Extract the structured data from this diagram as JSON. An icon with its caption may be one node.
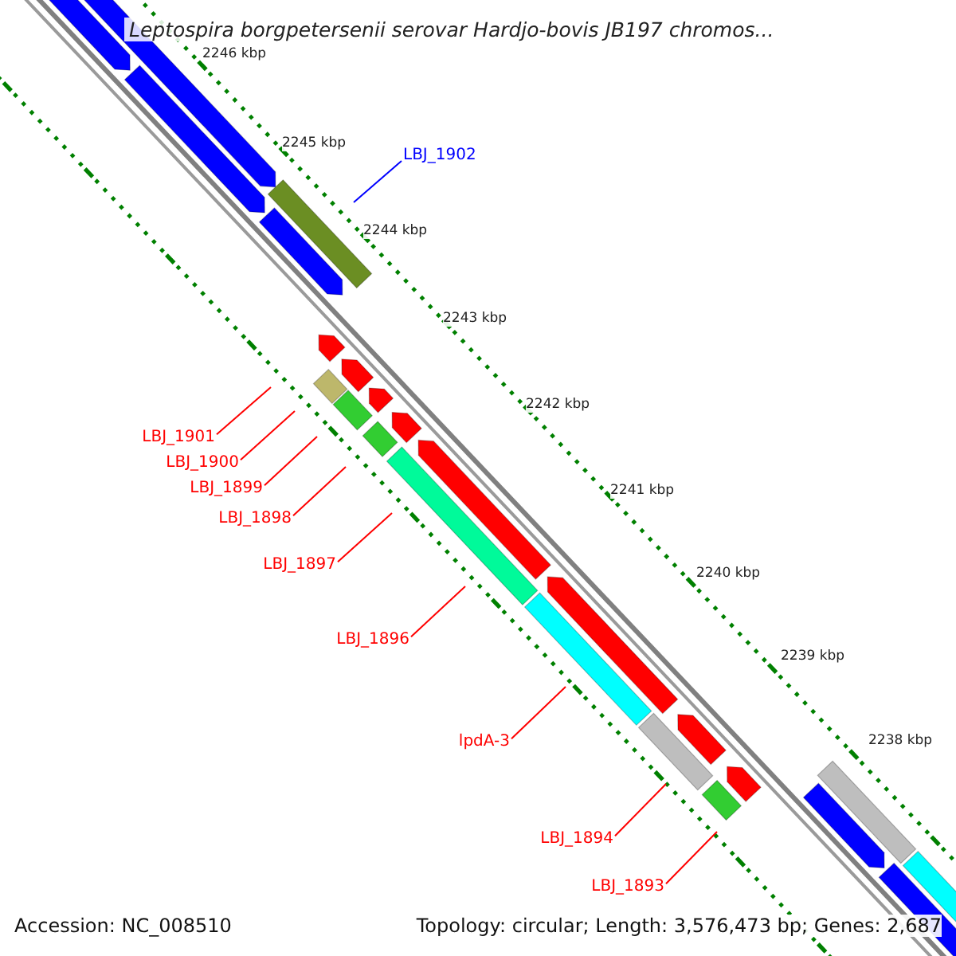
{
  "diagram": {
    "title": "Leptospira borgpetersenii serovar Hardjo-bovis JB197 chromos...",
    "nodes": [
      {
        "text": [
          "LBJ_1902"
        ]
      },
      {
        "text": [
          "LBJ_1901"
        ]
      },
      {
        "text": [
          "LBJ_1900"
        ]
      },
      {
        "text": [
          "LBJ_1899"
        ]
      },
      {
        "text": [
          "LBJ_1898"
        ]
      },
      {
        "text": [
          "LBJ_1897"
        ]
      },
      {
        "text": [
          "LBJ_1896"
        ]
      },
      {
        "text": [
          "lpdA-3"
        ]
      },
      {
        "text": [
          "LBJ_1894"
        ]
      },
      {
        "text": [
          "LBJ_1893"
        ]
      }
    ],
    "edges": [
      {
        "from": 0,
        "to": null,
        "arrow": "none",
        "color": "#0000ff"
      },
      {
        "from": 1,
        "to": null,
        "arrow": "none"
      },
      {
        "from": 2,
        "to": null,
        "arrow": "none"
      },
      {
        "from": 3,
        "to": null,
        "arrow": "none"
      },
      {
        "from": 4,
        "to": null,
        "arrow": "none"
      },
      {
        "from": 5,
        "to": null,
        "arrow": "none"
      },
      {
        "from": 6,
        "to": null,
        "arrow": "none"
      },
      {
        "from": 7,
        "to": null,
        "arrow": "none"
      },
      {
        "from": 8,
        "to": null,
        "arrow": "none"
      },
      {
        "from": 9,
        "to": null,
        "arrow": "none"
      }
    ],
    "labels": [
      "2246 kbp",
      "2245 kbp",
      "2244 kbp",
      "2243 kbp",
      "2242 kbp",
      "2241 kbp",
      "2240 kbp",
      "2239 kbp",
      "2238 kbp",
      "Accession: NC_008510",
      "Topology: circular; Length: 3,576,473 bp; Genes: 2,687"
    ]
  }
}
